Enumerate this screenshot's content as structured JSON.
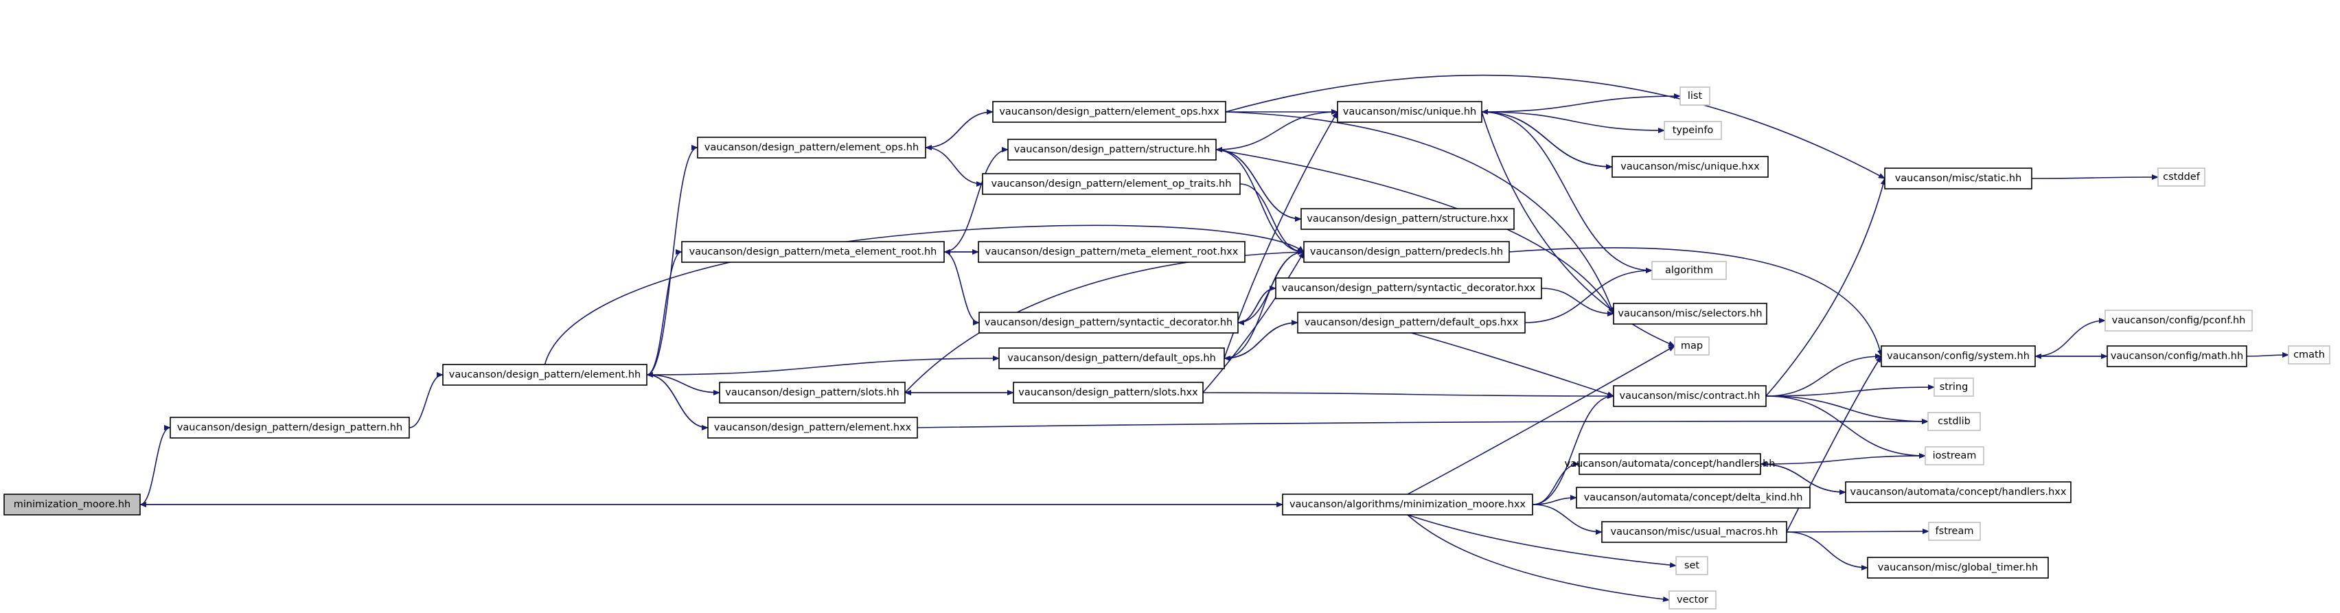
{
  "colors": {
    "edge": "#191970",
    "box_border_dark": "#000000",
    "box_border_light": "#bfbfbf",
    "root_fill": "#bfbfbf",
    "box_fill": "#ffffff"
  },
  "nodes": [
    {
      "id": "root",
      "label": "minimization_moore.hh",
      "style": "root"
    },
    {
      "id": "dp_dp",
      "label": "vaucanson/design_pattern/design_pattern.hh",
      "style": "dark"
    },
    {
      "id": "alg_mm",
      "label": "vaucanson/algorithms/minimization_moore.hxx",
      "style": "dark"
    },
    {
      "id": "dp_el",
      "label": "vaucanson/design_pattern/element.hh",
      "style": "dark"
    },
    {
      "id": "dp_eops",
      "label": "vaucanson/design_pattern/element_ops.hh",
      "style": "dark"
    },
    {
      "id": "dp_eopsx",
      "label": "vaucanson/design_pattern/element_ops.hxx",
      "style": "dark"
    },
    {
      "id": "dp_struct",
      "label": "vaucanson/design_pattern/structure.hh",
      "style": "dark"
    },
    {
      "id": "dp_eoptr",
      "label": "vaucanson/design_pattern/element_op_traits.hh",
      "style": "dark"
    },
    {
      "id": "dp_mer",
      "label": "vaucanson/design_pattern/meta_element_root.hh",
      "style": "dark"
    },
    {
      "id": "dp_merx",
      "label": "vaucanson/design_pattern/meta_element_root.hxx",
      "style": "dark"
    },
    {
      "id": "dp_sd",
      "label": "vaucanson/design_pattern/syntactic_decorator.hh",
      "style": "dark"
    },
    {
      "id": "dp_sdx",
      "label": "vaucanson/design_pattern/syntactic_decorator.hxx",
      "style": "dark"
    },
    {
      "id": "dp_dops",
      "label": "vaucanson/design_pattern/default_ops.hh",
      "style": "dark"
    },
    {
      "id": "dp_dopsx",
      "label": "vaucanson/design_pattern/default_ops.hxx",
      "style": "dark"
    },
    {
      "id": "dp_slots",
      "label": "vaucanson/design_pattern/slots.hh",
      "style": "dark"
    },
    {
      "id": "dp_slotsx",
      "label": "vaucanson/design_pattern/slots.hxx",
      "style": "dark"
    },
    {
      "id": "dp_elx",
      "label": "vaucanson/design_pattern/element.hxx",
      "style": "dark"
    },
    {
      "id": "misc_unique",
      "label": "vaucanson/misc/unique.hh",
      "style": "dark"
    },
    {
      "id": "misc_uniquex",
      "label": "vaucanson/misc/unique.hxx",
      "style": "dark"
    },
    {
      "id": "dp_structx",
      "label": "vaucanson/design_pattern/structure.hxx",
      "style": "dark"
    },
    {
      "id": "dp_predecls",
      "label": "vaucanson/design_pattern/predecls.hh",
      "style": "dark"
    },
    {
      "id": "misc_sel",
      "label": "vaucanson/misc/selectors.hh",
      "style": "dark"
    },
    {
      "id": "misc_contract",
      "label": "vaucanson/misc/contract.hh",
      "style": "dark"
    },
    {
      "id": "auto_handlers",
      "label": "vaucanson/automata/concept/handlers.hh",
      "style": "dark"
    },
    {
      "id": "auto_handlersx",
      "label": "vaucanson/automata/concept/handlers.hxx",
      "style": "dark"
    },
    {
      "id": "auto_delta",
      "label": "vaucanson/automata/concept/delta_kind.hh",
      "style": "dark"
    },
    {
      "id": "misc_usual",
      "label": "vaucanson/misc/usual_macros.hh",
      "style": "dark"
    },
    {
      "id": "misc_timer",
      "label": "vaucanson/misc/global_timer.hh",
      "style": "dark"
    },
    {
      "id": "misc_static",
      "label": "vaucanson/misc/static.hh",
      "style": "dark"
    },
    {
      "id": "conf_system",
      "label": "vaucanson/config/system.hh",
      "style": "dark"
    },
    {
      "id": "conf_math",
      "label": "vaucanson/config/math.hh",
      "style": "dark"
    },
    {
      "id": "conf_pconf",
      "label": "vaucanson/config/pconf.hh",
      "style": "light"
    },
    {
      "id": "s_list",
      "label": "list",
      "style": "light"
    },
    {
      "id": "s_typeinfo",
      "label": "typeinfo",
      "style": "light"
    },
    {
      "id": "s_algorithm",
      "label": "algorithm",
      "style": "light"
    },
    {
      "id": "s_map",
      "label": "map",
      "style": "light"
    },
    {
      "id": "s_string",
      "label": "string",
      "style": "light"
    },
    {
      "id": "s_cstdlib",
      "label": "cstdlib",
      "style": "light"
    },
    {
      "id": "s_iostream",
      "label": "iostream",
      "style": "light"
    },
    {
      "id": "s_fstream",
      "label": "fstream",
      "style": "light"
    },
    {
      "id": "s_set",
      "label": "set",
      "style": "light"
    },
    {
      "id": "s_vector",
      "label": "vector",
      "style": "light"
    },
    {
      "id": "s_cstddef",
      "label": "cstddef",
      "style": "light"
    },
    {
      "id": "s_cmath",
      "label": "cmath",
      "style": "light"
    }
  ],
  "edges": [
    [
      "root",
      "dp_dp"
    ],
    [
      "root",
      "alg_mm"
    ],
    [
      "alg_mm",
      "root"
    ],
    [
      "dp_dp",
      "dp_el"
    ],
    [
      "dp_el",
      "dp_eops"
    ],
    [
      "dp_el",
      "dp_mer"
    ],
    [
      "dp_el",
      "dp_predecls"
    ],
    [
      "dp_el",
      "dp_dops"
    ],
    [
      "dp_el",
      "dp_slots"
    ],
    [
      "dp_el",
      "dp_elx"
    ],
    [
      "dp_elx",
      "dp_el"
    ],
    [
      "dp_eops",
      "dp_eopsx"
    ],
    [
      "dp_eopsx",
      "dp_eops"
    ],
    [
      "dp_eops",
      "dp_eoptr"
    ],
    [
      "dp_eopsx",
      "misc_unique"
    ],
    [
      "dp_eopsx",
      "misc_static"
    ],
    [
      "dp_eopsx",
      "misc_sel"
    ],
    [
      "dp_mer",
      "dp_struct"
    ],
    [
      "dp_mer",
      "dp_merx"
    ],
    [
      "dp_merx",
      "dp_mer"
    ],
    [
      "dp_mer",
      "dp_sd"
    ],
    [
      "dp_struct",
      "misc_unique"
    ],
    [
      "dp_struct",
      "dp_structx"
    ],
    [
      "dp_structx",
      "dp_struct"
    ],
    [
      "dp_struct",
      "dp_predecls"
    ],
    [
      "dp_struct",
      "misc_sel"
    ],
    [
      "dp_eoptr",
      "dp_predecls"
    ],
    [
      "dp_sd",
      "dp_predecls"
    ],
    [
      "dp_sd",
      "dp_sdx"
    ],
    [
      "dp_sdx",
      "dp_sd"
    ],
    [
      "dp_sdx",
      "misc_sel"
    ],
    [
      "dp_dops",
      "dp_dopsx"
    ],
    [
      "dp_dopsx",
      "dp_dops"
    ],
    [
      "dp_dops",
      "dp_predecls"
    ],
    [
      "dp_dops",
      "misc_unique"
    ],
    [
      "dp_dopsx",
      "misc_contract"
    ],
    [
      "dp_dopsx",
      "s_algorithm"
    ],
    [
      "dp_slots",
      "dp_slotsx"
    ],
    [
      "dp_slotsx",
      "dp_slots"
    ],
    [
      "dp_slots",
      "dp_predecls"
    ],
    [
      "dp_slotsx",
      "misc_contract"
    ],
    [
      "dp_slotsx",
      "dp_predecls"
    ],
    [
      "dp_elx",
      "s_cstdlib"
    ],
    [
      "misc_unique",
      "s_list"
    ],
    [
      "misc_unique",
      "s_typeinfo"
    ],
    [
      "misc_unique",
      "misc_uniquex"
    ],
    [
      "misc_uniquex",
      "misc_unique"
    ],
    [
      "misc_unique",
      "s_algorithm"
    ],
    [
      "misc_unique",
      "s_map"
    ],
    [
      "dp_predecls",
      "conf_system"
    ],
    [
      "alg_mm",
      "misc_contract"
    ],
    [
      "alg_mm",
      "auto_handlers"
    ],
    [
      "alg_mm",
      "auto_delta"
    ],
    [
      "alg_mm",
      "misc_usual"
    ],
    [
      "alg_mm",
      "s_set"
    ],
    [
      "alg_mm",
      "s_vector"
    ],
    [
      "alg_mm",
      "s_map"
    ],
    [
      "misc_contract",
      "conf_system"
    ],
    [
      "misc_contract",
      "s_string"
    ],
    [
      "misc_contract",
      "s_cstdlib"
    ],
    [
      "misc_contract",
      "s_iostream"
    ],
    [
      "misc_contract",
      "misc_static"
    ],
    [
      "auto_handlers",
      "auto_handlersx"
    ],
    [
      "auto_handlersx",
      "auto_handlers"
    ],
    [
      "auto_handlers",
      "s_iostream"
    ],
    [
      "misc_usual",
      "s_fstream"
    ],
    [
      "misc_usual",
      "misc_timer"
    ],
    [
      "misc_usual",
      "conf_system"
    ],
    [
      "misc_static",
      "s_cstddef"
    ],
    [
      "conf_system",
      "conf_pconf"
    ],
    [
      "conf_system",
      "conf_math"
    ],
    [
      "conf_math",
      "conf_system"
    ],
    [
      "conf_math",
      "s_cmath"
    ]
  ]
}
